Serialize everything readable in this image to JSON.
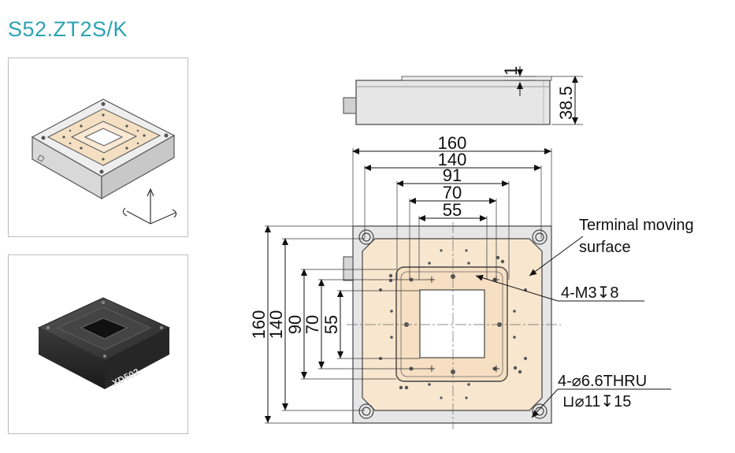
{
  "model_title": "S52.ZT2S/K",
  "product_label": "XD502",
  "side_dim_top": "1",
  "side_dim_height": "38.5",
  "horizontal_dims": [
    "160",
    "140",
    "91",
    "70",
    "55"
  ],
  "vertical_dims": [
    "160",
    "140",
    "90",
    "70",
    "55"
  ],
  "callout_surface_line1": "Terminal moving",
  "callout_surface_line2": "surface",
  "callout_tapped": "4-M3↧8",
  "callout_thru": "4-⌀6.6THRU",
  "callout_counterbore": "⊔⌀11↧15",
  "colors": {
    "title": "#2aa3b0",
    "surface": "#f8e6cf",
    "body": "#e6e6e6",
    "dark_stage": "#2b2b2b"
  }
}
